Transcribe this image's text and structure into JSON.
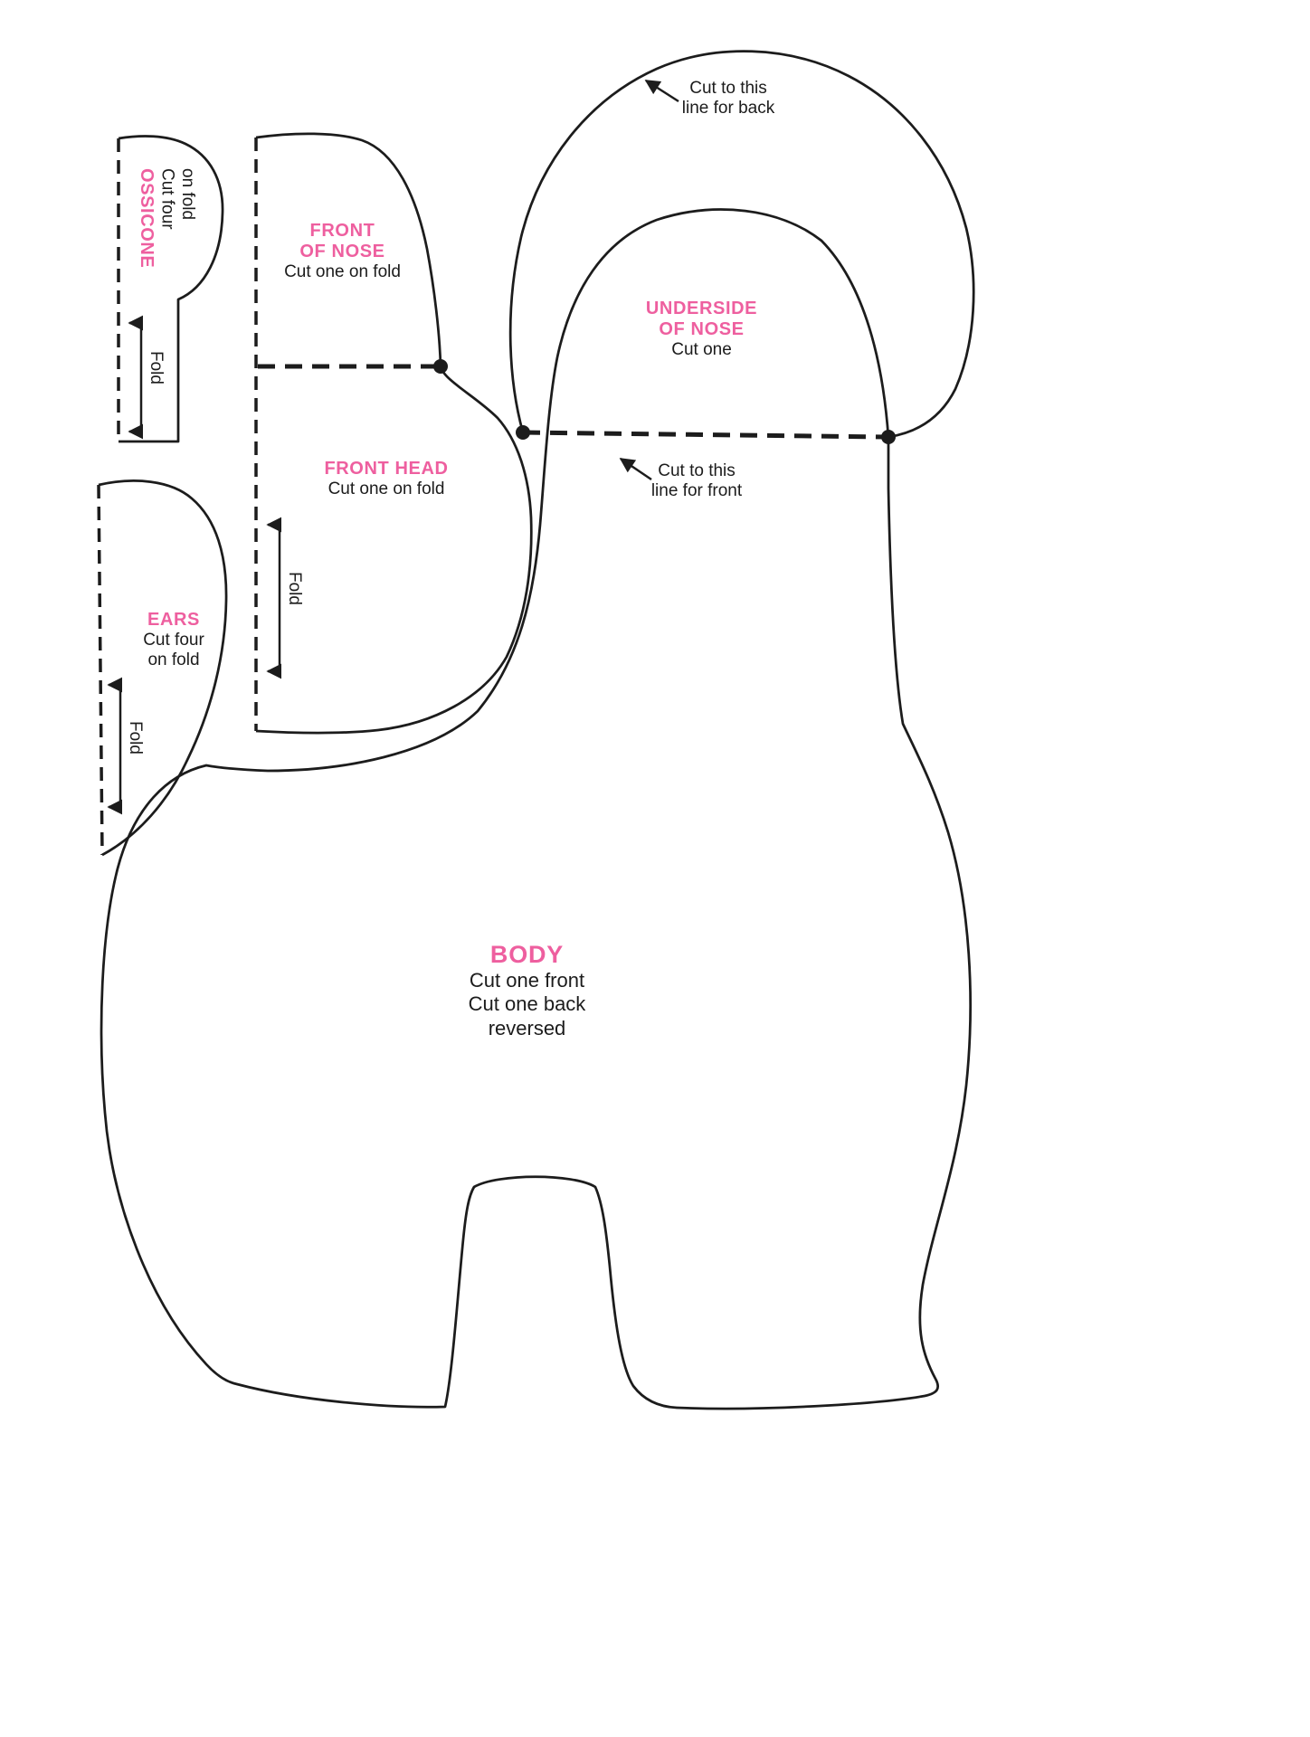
{
  "page": {
    "background_color": "#ffffff",
    "accent_color": "#ee5f9f",
    "line_color": "#1c1c1c"
  },
  "pieces": {
    "ossicone": {
      "title": "OSSICONE",
      "cut_line1": "Cut four",
      "cut_line2": "on fold",
      "fold": "Fold"
    },
    "front_of_nose": {
      "title_line1": "FRONT",
      "title_line2": "OF NOSE",
      "cut": "Cut one on fold"
    },
    "front_head": {
      "title": "FRONT HEAD",
      "cut": "Cut one on fold",
      "fold": "Fold"
    },
    "underside_of_nose": {
      "title_line1": "UNDERSIDE",
      "title_line2": "OF NOSE",
      "cut": "Cut one"
    },
    "ears": {
      "title": "EARS",
      "cut_line1": "Cut four",
      "cut_line2": "on fold",
      "fold": "Fold"
    },
    "body": {
      "title": "BODY",
      "cut_line1": "Cut one front",
      "cut_line2": "Cut one back",
      "cut_line3": "reversed"
    }
  },
  "annotations": {
    "cut_back_line1": "Cut to this",
    "cut_back_line2": "line for back",
    "cut_front_line1": "Cut to this",
    "cut_front_line2": "line for front"
  }
}
